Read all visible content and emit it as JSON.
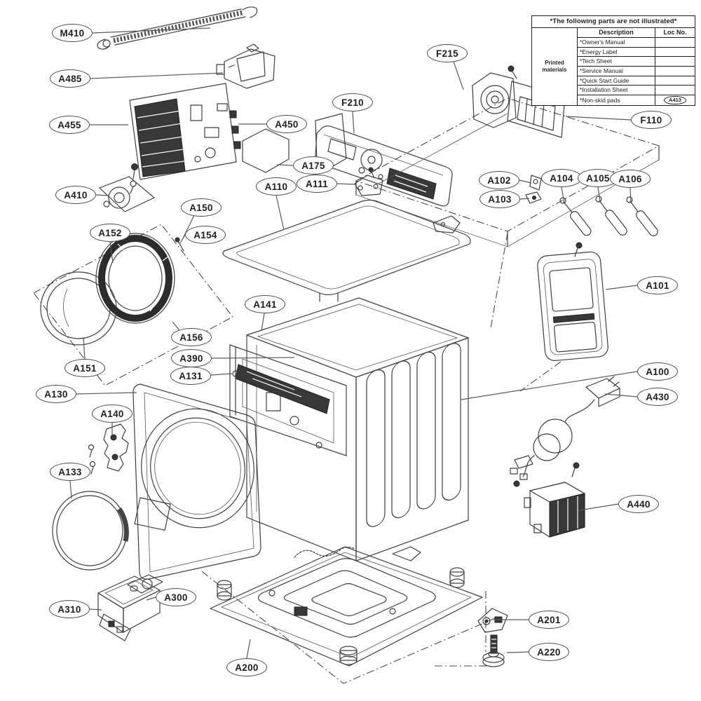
{
  "diagram": {
    "callouts": [
      {
        "id": "M410",
        "text": "M410"
      },
      {
        "id": "A485",
        "text": "A485"
      },
      {
        "id": "A455",
        "text": "A455"
      },
      {
        "id": "A450",
        "text": "A450"
      },
      {
        "id": "A410",
        "text": "A410"
      },
      {
        "id": "A175",
        "text": "A175"
      },
      {
        "id": "A110",
        "text": "A110"
      },
      {
        "id": "A111",
        "text": "A111"
      },
      {
        "id": "F210",
        "text": "F210"
      },
      {
        "id": "F215",
        "text": "F215"
      },
      {
        "id": "F110",
        "text": "F110"
      },
      {
        "id": "A102",
        "text": "A102"
      },
      {
        "id": "A103",
        "text": "A103"
      },
      {
        "id": "A104",
        "text": "A104"
      },
      {
        "id": "A105",
        "text": "A105"
      },
      {
        "id": "A106",
        "text": "A106"
      },
      {
        "id": "A150",
        "text": "A150"
      },
      {
        "id": "A154",
        "text": "A154"
      },
      {
        "id": "A152",
        "text": "A152"
      },
      {
        "id": "A156",
        "text": "A156"
      },
      {
        "id": "A151",
        "text": "A151"
      },
      {
        "id": "A141",
        "text": "A141"
      },
      {
        "id": "A101",
        "text": "A101"
      },
      {
        "id": "A390",
        "text": "A390"
      },
      {
        "id": "A131",
        "text": "A131"
      },
      {
        "id": "A130",
        "text": "A130"
      },
      {
        "id": "A140",
        "text": "A140"
      },
      {
        "id": "A133",
        "text": "A133"
      },
      {
        "id": "A100",
        "text": "A100"
      },
      {
        "id": "A430",
        "text": "A430"
      },
      {
        "id": "A440",
        "text": "A440"
      },
      {
        "id": "A310",
        "text": "A310"
      },
      {
        "id": "A300",
        "text": "A300"
      },
      {
        "id": "A200",
        "text": "A200"
      },
      {
        "id": "A201",
        "text": "A201"
      },
      {
        "id": "A220",
        "text": "A220"
      }
    ],
    "table": {
      "title": "*The following parts are not illustrated*",
      "group_label": "Printed materials",
      "col_description": "Description",
      "col_loc": "Loc No.",
      "rows": [
        {
          "description": "*Owner's Manual",
          "loc": ""
        },
        {
          "description": "*Energy Label",
          "loc": ""
        },
        {
          "description": "*Tech Sheet",
          "loc": ""
        },
        {
          "description": "*Service Manual",
          "loc": ""
        },
        {
          "description": "*Quick Start Guide",
          "loc": ""
        },
        {
          "description": "*Installation Sheet",
          "loc": ""
        },
        {
          "description": "*Non-skid pads",
          "loc": "A413"
        }
      ]
    }
  }
}
